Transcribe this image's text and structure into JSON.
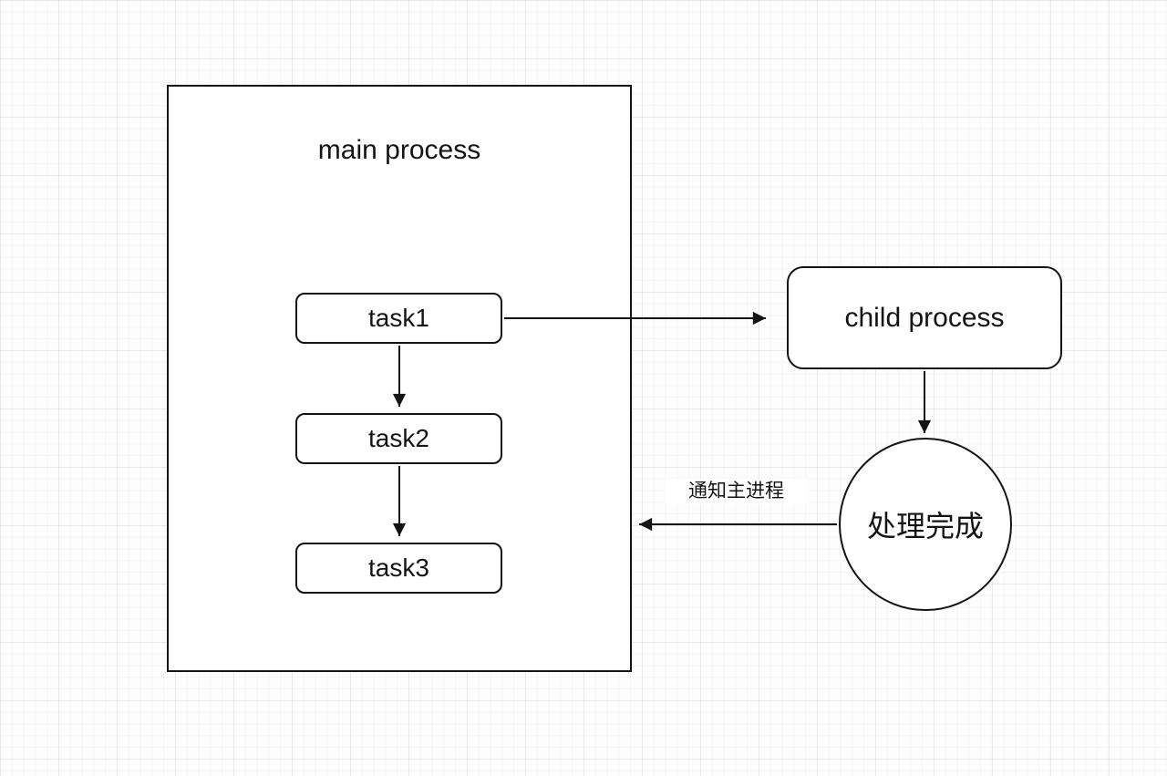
{
  "diagram": {
    "colors": {
      "stroke": "#141414",
      "node_fill": "#ffffff",
      "canvas": "#fdfdfd",
      "grid_minor": "#f6f6f6",
      "grid_major": "#eeeeee"
    },
    "nodes": {
      "main_process": {
        "label": "main process",
        "shape": "rectangle"
      },
      "task1": {
        "label": "task1",
        "shape": "rounded-rectangle"
      },
      "task2": {
        "label": "task2",
        "shape": "rounded-rectangle"
      },
      "task3": {
        "label": "task3",
        "shape": "rounded-rectangle"
      },
      "child_process": {
        "label": "child process",
        "shape": "rounded-rectangle"
      },
      "processing_done": {
        "label": "处理完成",
        "shape": "circle"
      }
    },
    "edges": [
      {
        "from": "task1",
        "to": "task2",
        "label": ""
      },
      {
        "from": "task2",
        "to": "task3",
        "label": ""
      },
      {
        "from": "task1",
        "to": "child_process",
        "label": ""
      },
      {
        "from": "child_process",
        "to": "processing_done",
        "label": ""
      },
      {
        "from": "processing_done",
        "to": "main_process",
        "label": "通知主进程"
      }
    ],
    "notify_label": "通知主进程"
  }
}
